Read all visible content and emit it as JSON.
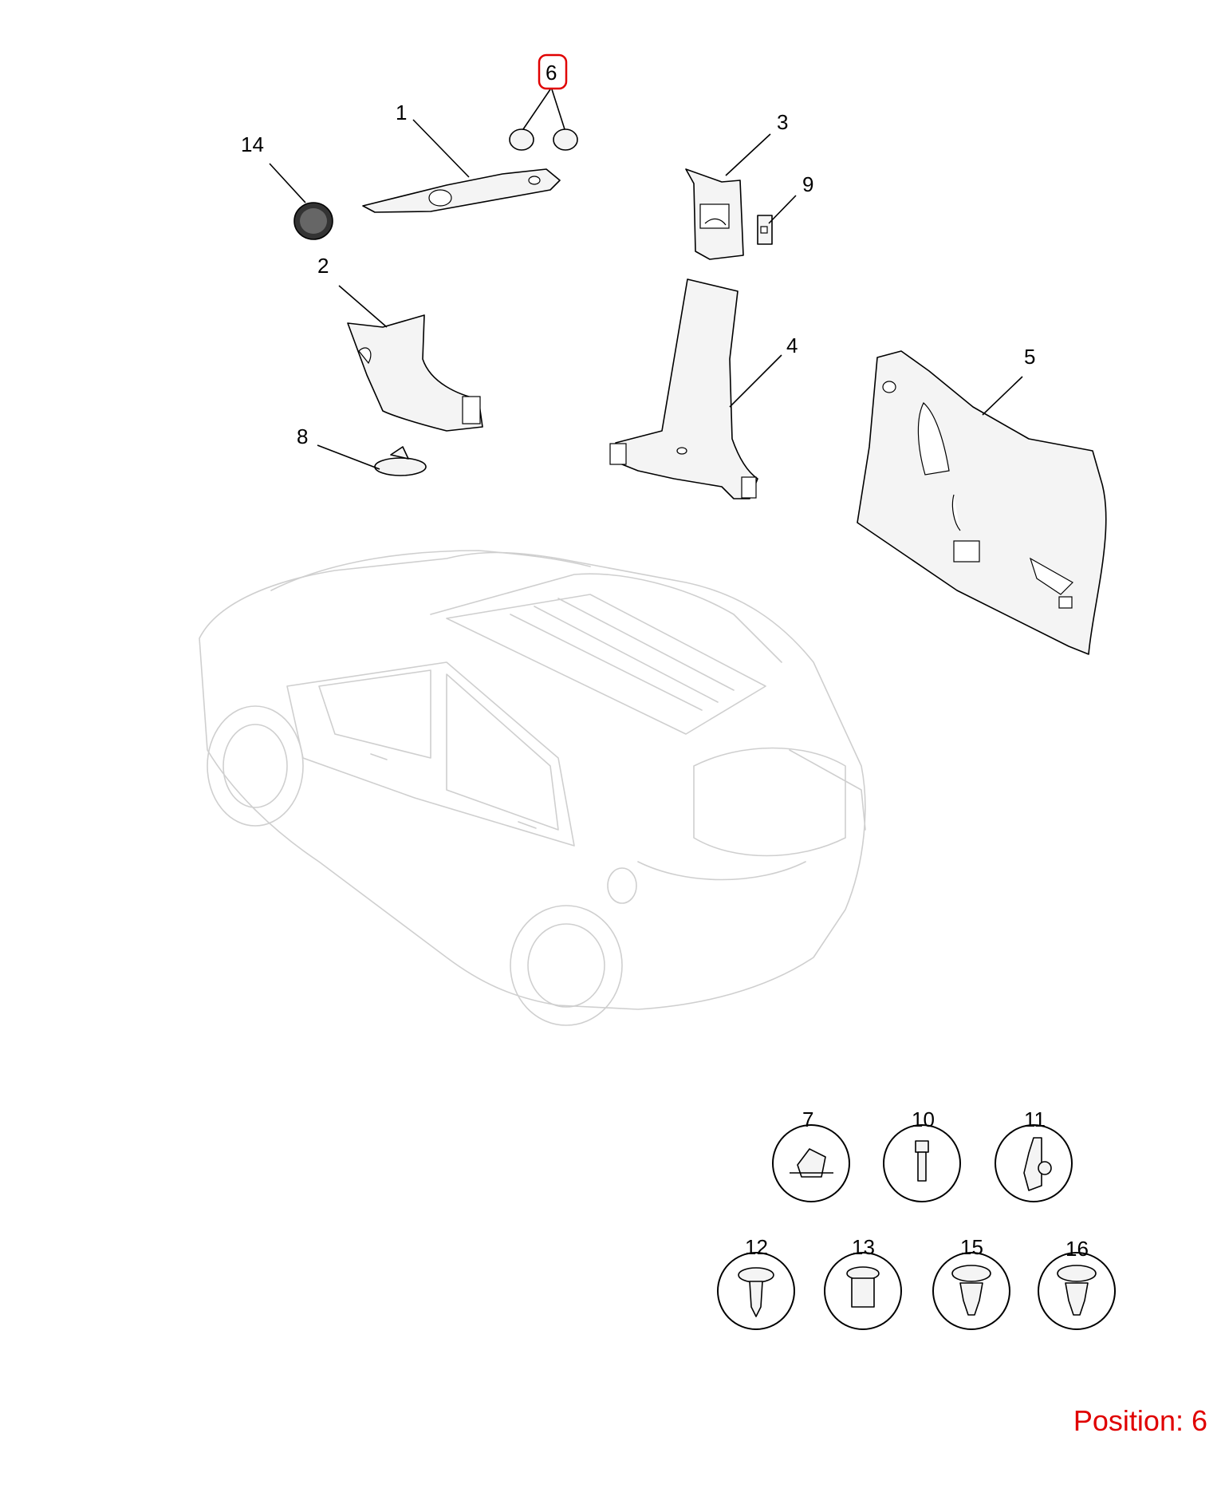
{
  "diagram": {
    "highlight_color": "#e00000",
    "highlighted_callout": "6",
    "callouts": {
      "c1": "1",
      "c2": "2",
      "c3": "3",
      "c4": "4",
      "c5": "5",
      "c6": "6",
      "c7": "7",
      "c8": "8",
      "c9": "9",
      "c10": "10",
      "c11": "11",
      "c12": "12",
      "c13": "13",
      "c14": "14",
      "c15": "15",
      "c16": "16"
    }
  },
  "footer": {
    "position_label": "Position: 6"
  }
}
